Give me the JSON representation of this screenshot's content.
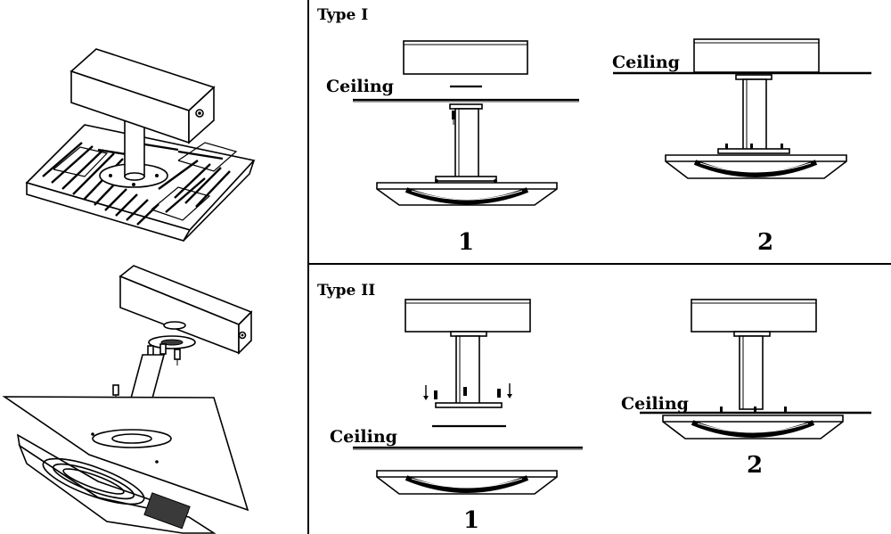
{
  "panels": {
    "type1": {
      "title": "Type I",
      "step1": {
        "ceiling": "Ceiling",
        "number": "1"
      },
      "step2": {
        "ceiling": "Ceiling",
        "number": "2"
      }
    },
    "type2": {
      "title": "Type II",
      "step1": {
        "ceiling": "Ceiling",
        "number": "1"
      },
      "step2": {
        "ceiling": "Ceiling",
        "number": "2"
      }
    }
  }
}
